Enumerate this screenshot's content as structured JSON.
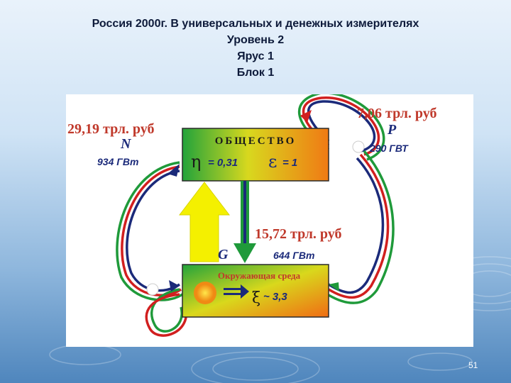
{
  "slide": {
    "title_lines": [
      "Россия 2000г. В универсальных и денежных измерителях",
      "Уровень 2",
      "Ярус 1",
      "Блок 1"
    ],
    "page_number": "51"
  },
  "diagram": {
    "society_box": {
      "title": "ОБЩЕСТВО",
      "eta_symbol": "η",
      "eta_value": "= 0,31",
      "epsilon_symbol": "ε",
      "epsilon_value": "= 1"
    },
    "environment_box": {
      "title": "Окружающая среда",
      "xi_symbol": "ξ",
      "xi_value": "~ 3,3"
    },
    "flows": {
      "N": {
        "symbol": "N",
        "money": "29,19 трл. руб",
        "energy": "934 ГВт"
      },
      "P": {
        "symbol": "P",
        "money": "7,06 трл. руб",
        "energy": "290 ГВТ"
      },
      "G": {
        "symbol": "G",
        "money": "15,72 трл. руб",
        "energy": "644 ГВт"
      }
    },
    "colors": {
      "money_text": "#c0392b",
      "energy_text": "#1f3a8a",
      "flow_red": "#d11f1f",
      "flow_green": "#1f9a3a",
      "flow_navy": "#1b2a7a",
      "yellow_arrow": "#f4f000"
    }
  }
}
